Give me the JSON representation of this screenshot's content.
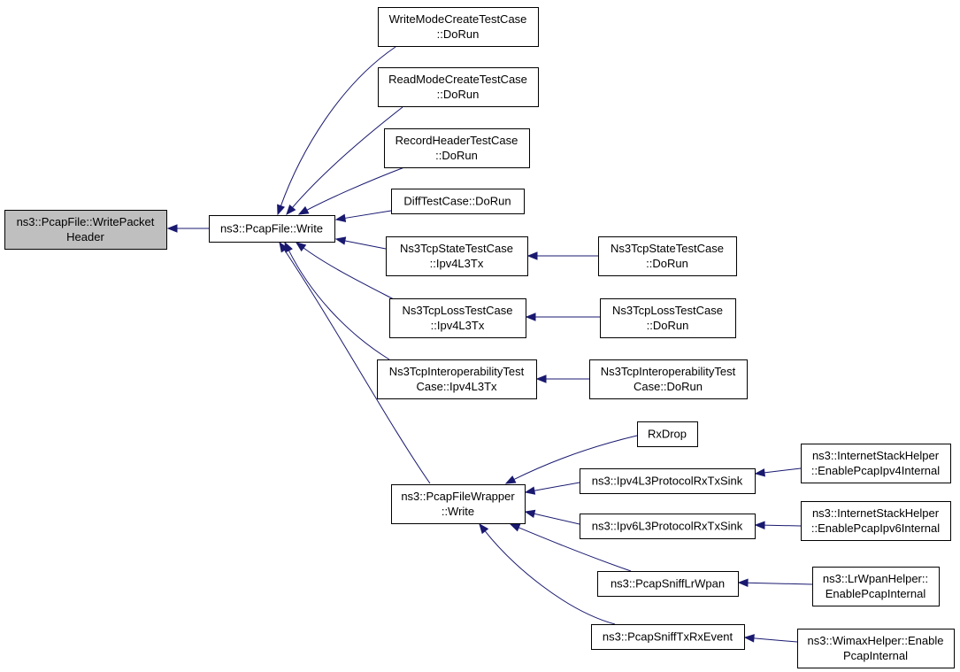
{
  "graph": {
    "nodes": [
      {
        "id": "root",
        "lines": [
          "ns3::PcapFile::WritePacket",
          "Header"
        ]
      },
      {
        "id": "write",
        "lines": [
          "ns3::PcapFile::Write"
        ]
      },
      {
        "id": "wmc",
        "lines": [
          "WriteModeCreateTestCase",
          "::DoRun"
        ]
      },
      {
        "id": "rmc",
        "lines": [
          "ReadModeCreateTestCase",
          "::DoRun"
        ]
      },
      {
        "id": "rht",
        "lines": [
          "RecordHeaderTestCase",
          "::DoRun"
        ]
      },
      {
        "id": "diff",
        "lines": [
          "DiffTestCase::DoRun"
        ]
      },
      {
        "id": "tstate",
        "lines": [
          "Ns3TcpStateTestCase",
          "::Ipv4L3Tx"
        ]
      },
      {
        "id": "tstate_run",
        "lines": [
          "Ns3TcpStateTestCase",
          "::DoRun"
        ]
      },
      {
        "id": "tloss",
        "lines": [
          "Ns3TcpLossTestCase",
          "::Ipv4L3Tx"
        ]
      },
      {
        "id": "tloss_run",
        "lines": [
          "Ns3TcpLossTestCase",
          "::DoRun"
        ]
      },
      {
        "id": "tinter",
        "lines": [
          "Ns3TcpInteroperabilityTest",
          "Case::Ipv4L3Tx"
        ]
      },
      {
        "id": "tinter_run",
        "lines": [
          "Ns3TcpInteroperabilityTest",
          "Case::DoRun"
        ]
      },
      {
        "id": "pfw",
        "lines": [
          "ns3::PcapFileWrapper",
          "::Write"
        ]
      },
      {
        "id": "rxdrop",
        "lines": [
          "RxDrop"
        ]
      },
      {
        "id": "ipv4sink",
        "lines": [
          "ns3::Ipv4L3ProtocolRxTxSink"
        ]
      },
      {
        "id": "ipv6sink",
        "lines": [
          "ns3::Ipv6L3ProtocolRxTxSink"
        ]
      },
      {
        "id": "lrwpan",
        "lines": [
          "ns3::PcapSniffLrWpan"
        ]
      },
      {
        "id": "sniffev",
        "lines": [
          "ns3::PcapSniffTxRxEvent"
        ]
      },
      {
        "id": "ish4",
        "lines": [
          "ns3::InternetStackHelper",
          "::EnablePcapIpv4Internal"
        ]
      },
      {
        "id": "ish6",
        "lines": [
          "ns3::InternetStackHelper",
          "::EnablePcapIpv6Internal"
        ]
      },
      {
        "id": "lrhelper",
        "lines": [
          "ns3::LrWpanHelper::",
          "EnablePcapInternal"
        ]
      },
      {
        "id": "wimax",
        "lines": [
          "ns3::WimaxHelper::Enable",
          "PcapInternal"
        ]
      }
    ],
    "edges": [
      {
        "from": "write",
        "to": "root"
      },
      {
        "from": "wmc",
        "to": "write"
      },
      {
        "from": "rmc",
        "to": "write"
      },
      {
        "from": "rht",
        "to": "write"
      },
      {
        "from": "diff",
        "to": "write"
      },
      {
        "from": "tstate",
        "to": "write"
      },
      {
        "from": "tloss",
        "to": "write"
      },
      {
        "from": "tinter",
        "to": "write"
      },
      {
        "from": "pfw",
        "to": "write"
      },
      {
        "from": "tstate_run",
        "to": "tstate"
      },
      {
        "from": "tloss_run",
        "to": "tloss"
      },
      {
        "from": "tinter_run",
        "to": "tinter"
      },
      {
        "from": "rxdrop",
        "to": "pfw"
      },
      {
        "from": "ipv4sink",
        "to": "pfw"
      },
      {
        "from": "ipv6sink",
        "to": "pfw"
      },
      {
        "from": "lrwpan",
        "to": "pfw"
      },
      {
        "from": "sniffev",
        "to": "pfw"
      },
      {
        "from": "ish4",
        "to": "ipv4sink"
      },
      {
        "from": "ish6",
        "to": "ipv6sink"
      },
      {
        "from": "lrhelper",
        "to": "lrwpan"
      },
      {
        "from": "wimax",
        "to": "sniffev"
      }
    ]
  }
}
